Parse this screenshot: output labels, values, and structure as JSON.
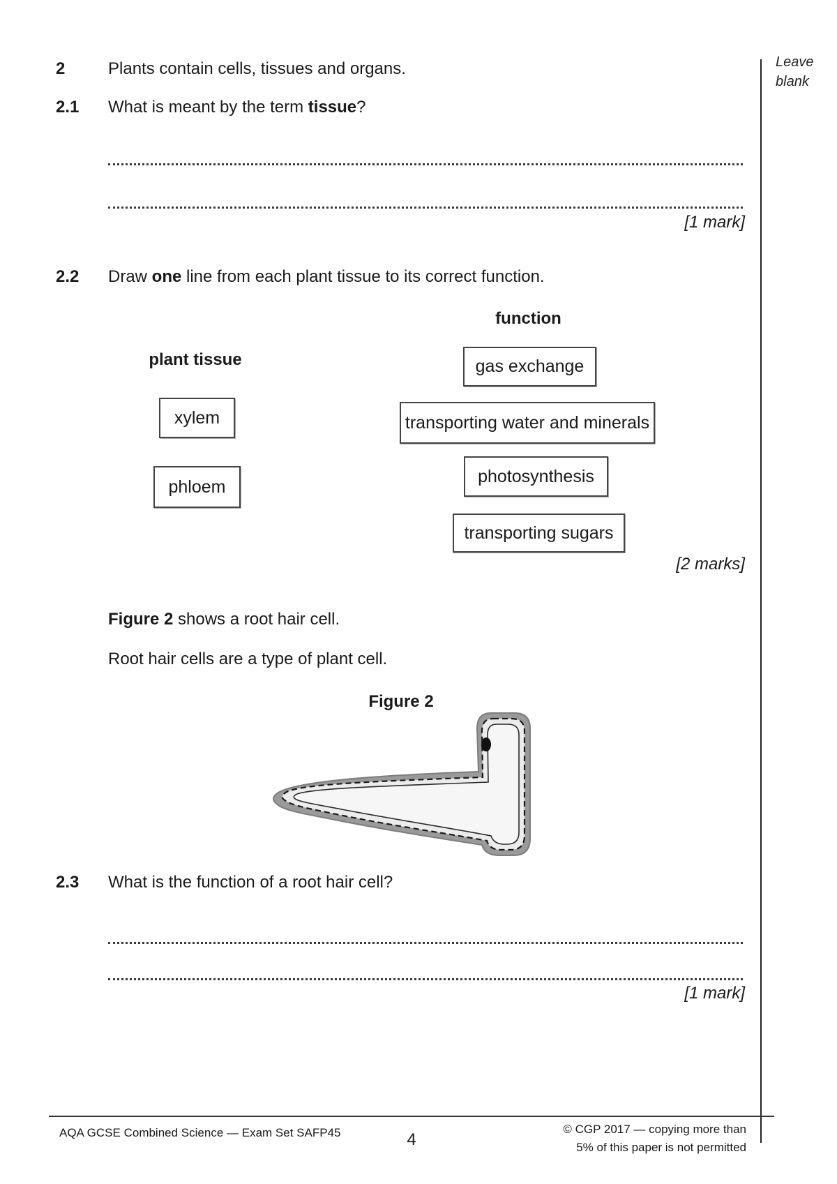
{
  "margin": {
    "leave_blank_line1": "Leave",
    "leave_blank_line2": "blank"
  },
  "q2": {
    "number": "2",
    "text": "Plants contain cells, tissues and organs."
  },
  "q2_1": {
    "number": "2.1",
    "prefix": "What is meant by the term ",
    "bold": "tissue",
    "suffix": "?",
    "marks": "[1 mark]"
  },
  "q2_2": {
    "number": "2.2",
    "prefix": "Draw ",
    "bold": "one",
    "suffix": " line from each plant tissue to its correct function.",
    "left_header": "plant tissue",
    "right_header": "function",
    "plant_tissues": [
      {
        "label": "xylem"
      },
      {
        "label": "phloem"
      }
    ],
    "functions": [
      {
        "label": "gas exchange"
      },
      {
        "label": "transporting water and minerals"
      },
      {
        "label": "photosynthesis"
      },
      {
        "label": "transporting sugars"
      }
    ],
    "marks": "[2 marks]"
  },
  "figure2": {
    "intro_bold": "Figure 2",
    "intro_rest": " shows a root hair cell.",
    "note": "Root hair cells are a type of plant cell.",
    "caption": "Figure 2",
    "colors": {
      "wall": "#9a9a9a",
      "wall_edge": "#7d7d7d",
      "mid": "#ececec",
      "inner": "#f6f6f6",
      "line": "#2a2a2a",
      "dash": "#1a1a1a",
      "nucleus": "#111111"
    }
  },
  "q2_3": {
    "number": "2.3",
    "text": "What is the function of a root hair cell?",
    "marks": "[1 mark]"
  },
  "footer": {
    "left": "AQA GCSE Combined Science — Exam Set SAFP45",
    "page_number": "4",
    "right_line1": "© CGP 2017 — copying more than",
    "right_line2": "5% of this paper is not permitted"
  }
}
